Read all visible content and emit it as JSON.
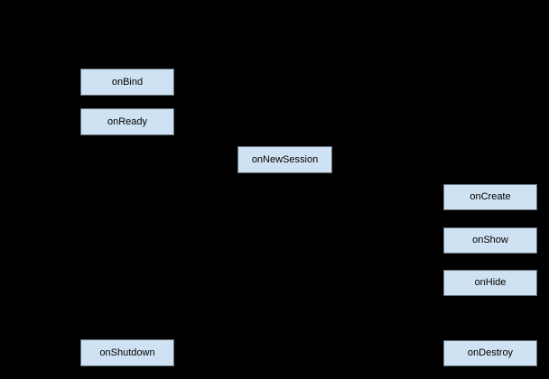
{
  "diagram": {
    "type": "lifecycle-flow",
    "background_color": "#000000",
    "node_style": {
      "fill": "#cfe2f3",
      "border": "#677179",
      "text_color": "#000000"
    }
  },
  "nodes": [
    {
      "id": "onbind",
      "label": "onBind"
    },
    {
      "id": "onready",
      "label": "onReady"
    },
    {
      "id": "onnewsession",
      "label": "onNewSession"
    },
    {
      "id": "oncreate",
      "label": "onCreate"
    },
    {
      "id": "onshow",
      "label": "onShow"
    },
    {
      "id": "onhide",
      "label": "onHide"
    },
    {
      "id": "onshutdown",
      "label": "onShutdown"
    },
    {
      "id": "ondestroy",
      "label": "onDestroy"
    }
  ]
}
